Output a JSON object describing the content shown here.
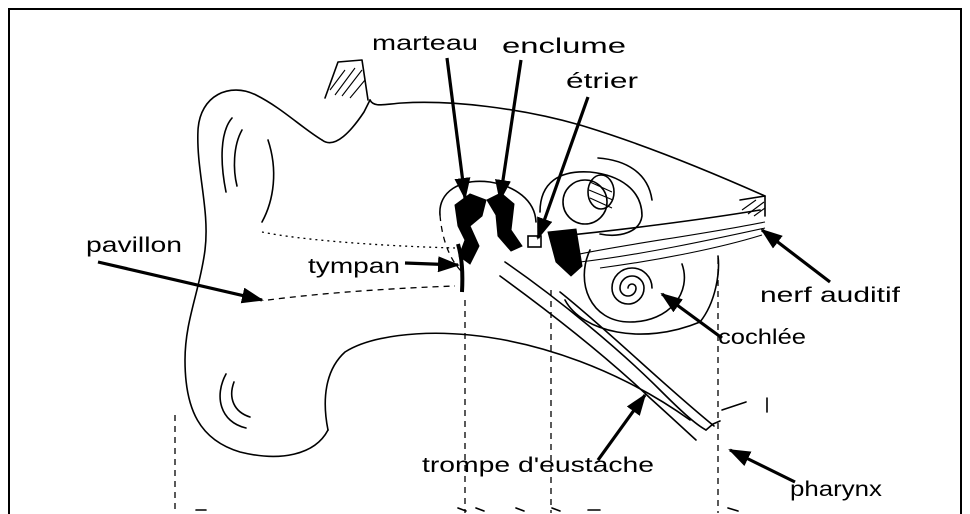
{
  "labels": {
    "marteau": "marteau",
    "enclume": "enclume",
    "etrier": "étrier",
    "pavillon": "pavillon",
    "tympan": "tympan",
    "nerf_auditif": "nerf auditif",
    "cochlee": "cochlée",
    "trompe": "trompe d'eustache",
    "pharynx": "pharynx"
  }
}
